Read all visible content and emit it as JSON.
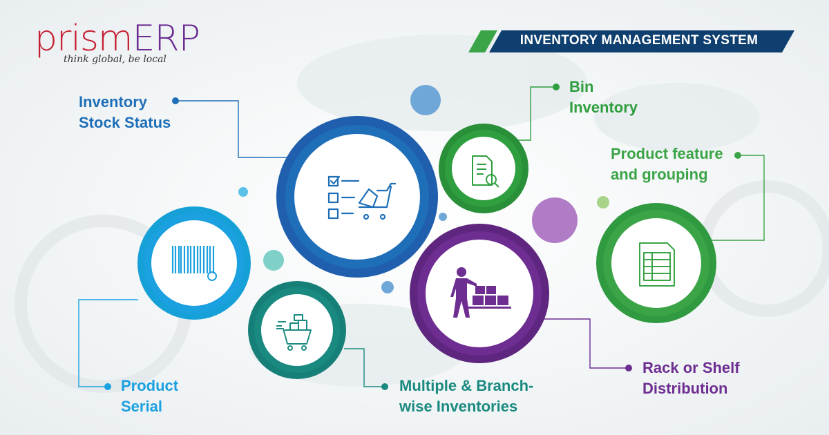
{
  "brand": {
    "logo_prism": "prism",
    "logo_erp": "ERP",
    "tagline": "think global, be local",
    "watermark": "prismERP",
    "colors": {
      "logo_red": "#c62033",
      "logo_purple": "#6d2d91",
      "accent_green": "#3aa447"
    }
  },
  "banner": {
    "title": "INVENTORY MANAGEMENT SYSTEM",
    "color": "#0e3f6e"
  },
  "features": [
    {
      "id": "stock",
      "label_line1": "Inventory",
      "label_line2": "Stock Status",
      "icon": "checklist-cart-icon",
      "color": "#1f6fb8"
    },
    {
      "id": "bin",
      "label_line1": "Bin",
      "label_line2": "Inventory",
      "icon": "document-search-icon",
      "color": "#2e9e3e"
    },
    {
      "id": "feature",
      "label_line1": "Product feature",
      "label_line2": "and grouping",
      "icon": "spreadsheet-icon",
      "color": "#3aa447"
    },
    {
      "id": "serial",
      "label_line1": "Product",
      "label_line2": "Serial",
      "icon": "barcode-icon",
      "color": "#1ba0e0"
    },
    {
      "id": "multi",
      "label_line1": "Multiple & Branch-",
      "label_line2": "wise Inventories",
      "icon": "shopping-cart-boxes-icon",
      "color": "#1a8a80"
    },
    {
      "id": "rack",
      "label_line1": "Rack or Shelf",
      "label_line2": "Distribution",
      "icon": "worker-boxes-icon",
      "color": "#6d2d91"
    }
  ]
}
